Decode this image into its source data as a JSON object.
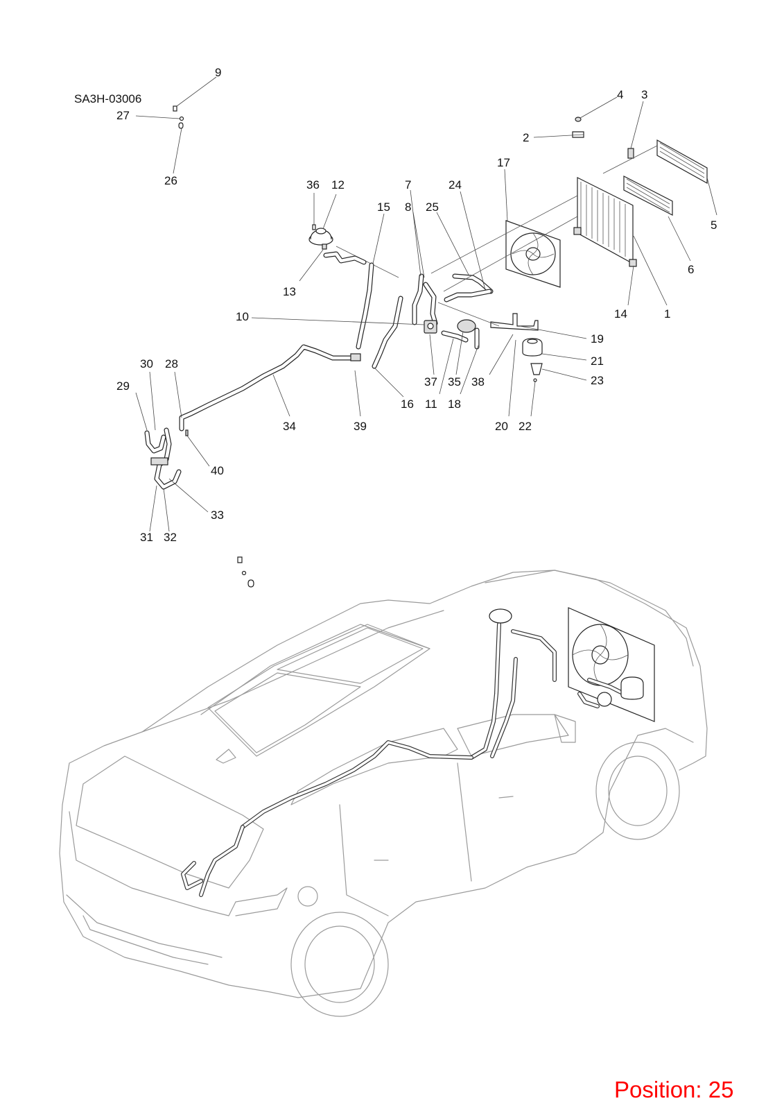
{
  "diagram_code": "SA3H-03006",
  "position_label": "Position: 25",
  "callouts": {
    "c1": "1",
    "c2": "2",
    "c3": "3",
    "c4": "4",
    "c5": "5",
    "c6": "6",
    "c7": "7",
    "c8": "8",
    "c9": "9",
    "c10": "10",
    "c11": "11",
    "c12": "12",
    "c13": "13",
    "c14": "14",
    "c15": "15",
    "c16": "16",
    "c17": "17",
    "c18": "18",
    "c19": "19",
    "c20": "20",
    "c21": "21",
    "c22": "22",
    "c23": "23",
    "c24": "24",
    "c25": "25",
    "c26": "26",
    "c27": "27",
    "c28": "28",
    "c29": "29",
    "c30": "30",
    "c31": "31",
    "c32": "32",
    "c33": "33",
    "c34": "34",
    "c35": "35",
    "c36": "36",
    "c37": "37",
    "c38": "38",
    "c39": "39",
    "c40": "40"
  },
  "colors": {
    "position_label": "#ff0000",
    "line_art": "#222222",
    "vehicle_outline": "#9a9a9a"
  }
}
